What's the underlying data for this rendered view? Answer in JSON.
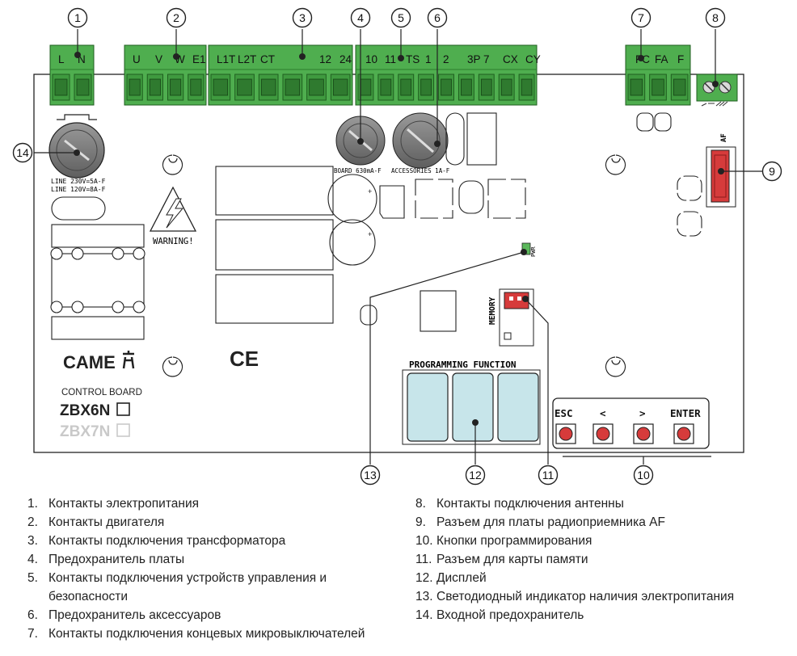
{
  "brand": {
    "name": "CAME"
  },
  "board_labels": {
    "control_board": "CONTROL BOARD",
    "model_1": "ZBX6N",
    "model_2": "ZBX7N",
    "warning": "WARNING!",
    "ce": "CE",
    "line_fuse_1": "LINE 230V=5A-F",
    "line_fuse_2": "LINE 120V=8A-F",
    "board_fuse": "BOARD 630mA-F",
    "accessories_fuse": "ACCESSORIES 1A-F",
    "pwr": "PWR",
    "memory": "MEMORY",
    "af": "AF",
    "programming_function": "PROGRAMMING FUNCTION"
  },
  "terminals": {
    "power": [
      "L",
      "N"
    ],
    "motor": [
      "U",
      "V",
      "W",
      "E1"
    ],
    "transformer": [
      "L1T",
      "L2T",
      "CT",
      "",
      "12",
      "24"
    ],
    "controls": [
      "10",
      "11",
      "TS",
      "1",
      "2",
      "3P",
      "7",
      "CX",
      "CY"
    ],
    "limit": [
      "FC",
      "FA",
      "F"
    ]
  },
  "buttons": [
    "ESC",
    "<",
    ">",
    "ENTER"
  ],
  "callouts": [
    "1",
    "2",
    "3",
    "4",
    "5",
    "6",
    "7",
    "8",
    "9",
    "10",
    "11",
    "12",
    "13",
    "14"
  ],
  "legend_left": [
    {
      "num": "1.",
      "text": "Контакты электропитания"
    },
    {
      "num": "2.",
      "text": "Контакты двигателя"
    },
    {
      "num": "3.",
      "text": "Контакты подключения трансформатора"
    },
    {
      "num": "4.",
      "text": "Предохранитель платы"
    },
    {
      "num": "5.",
      "text": "Контакты подключения устройств управления и"
    },
    {
      "num": "",
      "text": "безопасности"
    },
    {
      "num": "6.",
      "text": "Предохранитель аксессуаров"
    },
    {
      "num": "7.",
      "text": "Контакты подключения концевых микровыключателей"
    }
  ],
  "legend_right": [
    {
      "num": "8.",
      "text": "Контакты подключения антенны"
    },
    {
      "num": "9.",
      "text": "Разъем для платы радиоприемника AF"
    },
    {
      "num": "10.",
      "text": "Кнопки программирования"
    },
    {
      "num": "11.",
      "text": "Разъем для карты памяти"
    },
    {
      "num": "12.",
      "text": "Дисплей"
    },
    {
      "num": "13.",
      "text": "Светодиодный индикатор наличия электропитания"
    },
    {
      "num": "14.",
      "text": "Входной предохранитель"
    }
  ]
}
